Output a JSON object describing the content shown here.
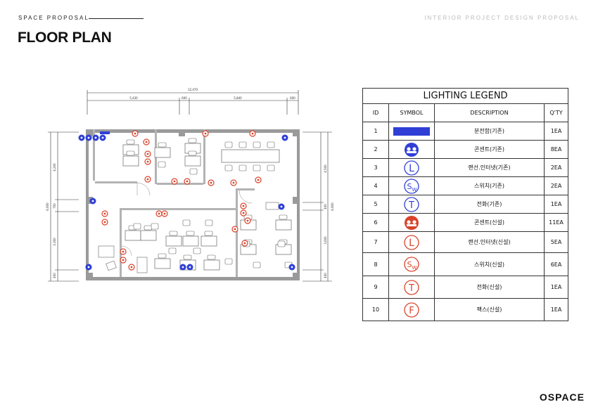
{
  "header": {
    "kicker": "SPACE PROPOSAL",
    "title": "FLOOR PLAN",
    "right_caption": "INTERIOR PROJECT DESIGN PROPOSAL"
  },
  "plan": {
    "dims_top": [
      "12,470",
      "5,430",
      "600",
      "5,840",
      "600"
    ],
    "dims_left": [
      "4,200",
      "6,600",
      "700",
      "3,300",
      "400"
    ],
    "dims_right": [
      "4,500",
      "6,600",
      "400",
      "3,600",
      "400"
    ]
  },
  "legend": {
    "title": "LIGHTING LEGEND",
    "headers": [
      "ID",
      "SYMBOL",
      "DESCRIPTION",
      "Q'TY"
    ],
    "rows": [
      {
        "id": "1",
        "symbol": "panel-existing",
        "description": "분전함(기존)",
        "qty": "1EA"
      },
      {
        "id": "2",
        "symbol": "outlet-existing",
        "description": "콘센트(기존)",
        "qty": "8EA"
      },
      {
        "id": "3",
        "symbol": "lan-existing",
        "description": "랜선.인터넷(기존)",
        "qty": "2EA"
      },
      {
        "id": "4",
        "symbol": "switch-existing",
        "description": "스위치(기존)",
        "qty": "2EA"
      },
      {
        "id": "5",
        "symbol": "phone-existing",
        "description": "전화(기존)",
        "qty": "1EA"
      },
      {
        "id": "6",
        "symbol": "outlet-new",
        "description": "콘센트(신설)",
        "qty": "11EA"
      },
      {
        "id": "7",
        "symbol": "lan-new",
        "description": "랜선.인터넷(신설)",
        "qty": "5EA"
      },
      {
        "id": "8",
        "symbol": "switch-new",
        "description": "스위치(신설)",
        "qty": "6EA"
      },
      {
        "id": "9",
        "symbol": "phone-new",
        "description": "전화(신설)",
        "qty": "1EA"
      },
      {
        "id": "10",
        "symbol": "fax-new",
        "description": "팩스(신설)",
        "qty": "1EA"
      }
    ]
  },
  "colors": {
    "existing": "#2f3fd6",
    "new": "#d9432b"
  },
  "logo": "OSPACE"
}
